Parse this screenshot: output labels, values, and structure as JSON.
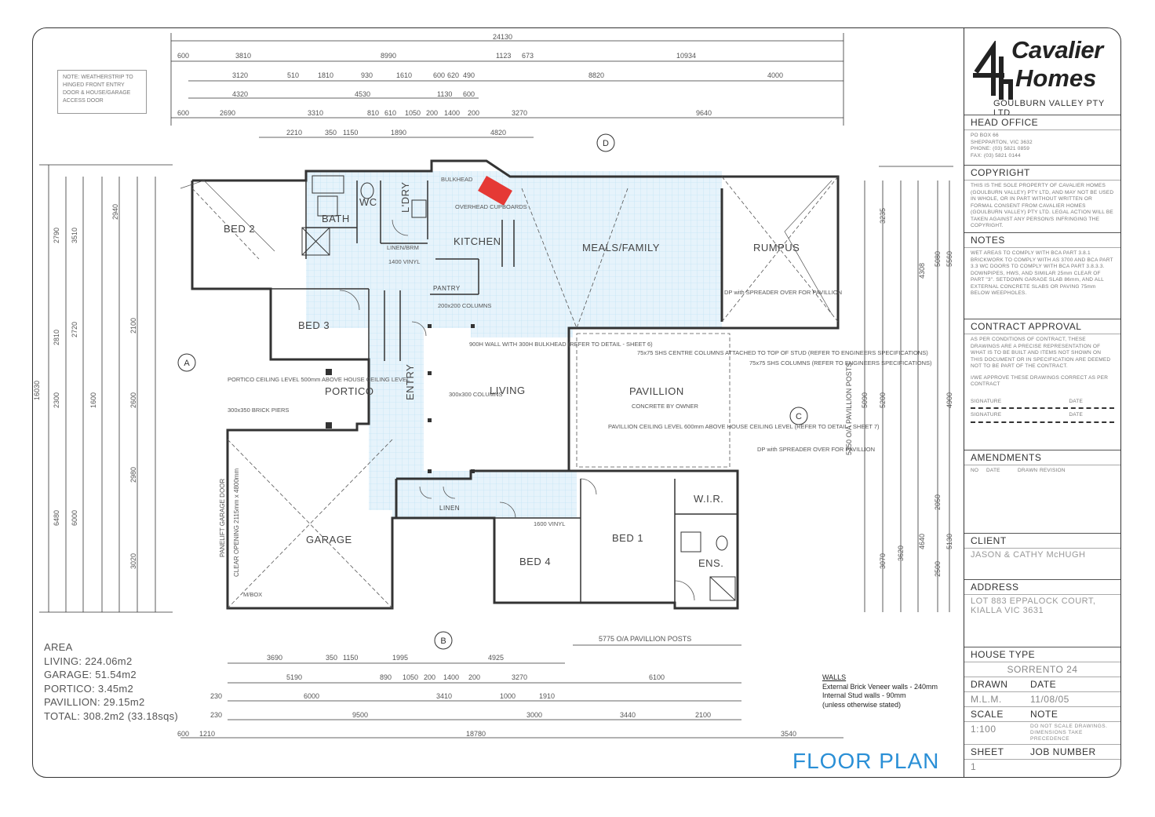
{
  "title_block": {
    "logo_line1": "Cavalier",
    "logo_line2": "Homes",
    "logo_sub": "GOULBURN VALLEY PTY LTD",
    "head_office_label": "HEAD OFFICE",
    "head_office_lines": [
      "PO BOX 66",
      "SHEPPARTON, VIC 3632",
      "PHONE: (03) 5821 0859",
      "FAX: (03) 5821 0144"
    ],
    "copyright_label": "COPYRIGHT",
    "copyright_text": "THIS IS THE SOLE PROPERTY OF CAVALIER HOMES (GOULBURN VALLEY) PTY LTD, AND MAY NOT BE USED IN WHOLE, OR IN PART WITHOUT WRITTEN OR FORMAL CONSENT FROM CAVALIER HOMES (GOULBURN VALLEY) PTY LTD. LEGAL ACTION WILL BE TAKEN AGAINST ANY PERSON/S INFRINGING THE COPYRIGHT.",
    "notes_label": "NOTES",
    "notes_text": "WET AREAS TO COMPLY WITH BCA PART 3.8.1 BRICKWORK TO COMPLY WITH AS 3700 AND BCA PART 3.3 WC DOORS TO COMPLY WITH BCA PART 3.8.3.3. DOWNPIPES, HWS, AND SIMILAR 25mm CLEAR OF PART \"3\". SETDOWN GARAGE SLAB 86mm, AND ALL EXTERNAL CONCRETE SLABS OR PAVING 75mm BELOW WEEPHOLES.",
    "contract_label": "CONTRACT APPROVAL",
    "contract_text": "AS PER CONDITIONS OF CONTRACT, THESE DRAWINGS ARE A PRECISE REPRESENTATION OF WHAT IS TO BE BUILT AND ITEMS NOT SHOWN ON THIS DOCUMENT OR IN SPECIFICATION ARE DEEMED NOT TO BE PART OF THE CONTRACT.",
    "contract_text2": "I/WE APPROVE THESE DRAWINGS CORRECT AS PER CONTRACT",
    "signature_label": "SIGNATURE",
    "date_label": "DATE",
    "amendments_label": "AMENDMENTS",
    "amend_cols": [
      "NO",
      "DATE",
      "DRAWN",
      "REVISION"
    ],
    "client_label": "CLIENT",
    "client_value": "JASON & CATHY McHUGH",
    "address_label": "ADDRESS",
    "address_value": "LOT 883 EPPALOCK COURT,",
    "address_value2": "KIALLA VIC 3631",
    "house_type_label": "HOUSE TYPE",
    "house_type_value": "SORRENTO 24",
    "drawn_label": "DRAWN",
    "drawn_value": "M.L.M.",
    "date_value_label": "DATE",
    "date_value": "11/08/05",
    "scale_label": "SCALE",
    "scale_value": "1:100",
    "note_label": "NOTE",
    "note_value": "DO NOT SCALE DRAWINGS. DIMENSIONS TAKE PRECEDENCE",
    "sheet_label": "SHEET",
    "sheet_value": "1",
    "job_label": "JOB NUMBER"
  },
  "weatherstrip_note": "NOTE: WEATHERSTRIP TO HINGED FRONT ENTRY DOOR & HOUSE/GARAGE ACCESS DOOR",
  "area": {
    "heading": "AREA",
    "lines": [
      "LIVING:  224.06m2",
      "GARAGE:  51.54m2",
      "PORTICO:  3.45m2",
      "PAVILLION:  29.15m2",
      "TOTAL:  308.2m2 (33.18sqs)"
    ]
  },
  "walls_note": {
    "heading": "WALLS",
    "lines": [
      "External Brick Veneer walls - 240mm",
      "Internal Stud walls - 90mm",
      "(unless otherwise stated)"
    ]
  },
  "plan_title": "FLOOR PLAN",
  "rooms": {
    "bed2": "BED 2",
    "bath": "BATH",
    "wc": "WC",
    "ldry": "L'DRY",
    "kitchen": "KITCHEN",
    "meals": "MEALS/FAMILY",
    "rumpus": "RUMPUS",
    "bed3": "BED 3",
    "portico": "PORTICO",
    "entry": "ENTRY",
    "living": "LIVING",
    "pavillion": "PAVILLION",
    "garage": "GARAGE",
    "bed4": "BED 4",
    "bed1": "BED 1",
    "wir": "W.I.R.",
    "ens": "ENS.",
    "pantry": "PANTRY",
    "linen": "LINEN"
  },
  "annotations": {
    "pavillion_cols": "75x75 SHS CENTRE COLUMNS ATTACHED TO TOP OF STUD (REFER TO ENGINEERS SPECIFICATIONS)",
    "shs_cols": "75x75 SHS COLUMNS (REFER TO ENGINEERS SPECIFICATIONS)",
    "pav_concrete": "CONCRETE BY OWNER",
    "pav_ceiling": "PAVILLION CEILING LEVEL 600mm ABOVE HOUSE CEILING LEVEL (REFER TO DETAIL - SHEET 7)",
    "portico_ceiling": "PORTICO CEILING LEVEL 500mm ABOVE HOUSE CEILING LEVEL",
    "brick_piers": "300x350 BRICK PIERS",
    "cols_200": "200x200 COLUMNS",
    "wall_900": "900H WALL WITH 300H BULKHEAD (REFER TO DETAIL - SHEET 6)",
    "cols_300": "300x300 COLUMNS",
    "spreader1": "DP with SPREADER OVER FOR PAVILLION",
    "spreader2": "DP with SPREADER OVER FOR PAVILLION",
    "garage_door": "PANELIFT GARAGE DOOR",
    "clear_opening": "CLEAR OPENING 2115mm x 4800mm",
    "bulkhead": "BULKHEAD",
    "overhead": "OVERHEAD CUPBOARDS",
    "linen_brm": "LINEN/BRM",
    "pavillion_posts_bottom": "5775 O/A PAVILLION POSTS",
    "pavillion_posts_side": "5350 O/A PAVILLION POSTS",
    "vinyl_1400": "1400 VINYL",
    "vinyl_1600": "1600 VINYL",
    "mbox": "M/BOX"
  },
  "dimensions": {
    "top_overall": "24130",
    "top_row1": [
      "600",
      "3810",
      "8990",
      "1123",
      "673",
      "10934"
    ],
    "top_row2": [
      "3120",
      "510",
      "1810",
      "930",
      "1610",
      "600",
      "620",
      "490",
      "8820",
      "4000"
    ],
    "top_row3": [
      "4320",
      "4530",
      "1130",
      "600"
    ],
    "top_row4": [
      "600",
      "2690",
      "3310",
      "810",
      "610",
      "1050",
      "200",
      "1400",
      "200",
      "3270",
      "9640"
    ],
    "top_row5": [
      "2210",
      "350",
      "1150",
      "1890",
      "4820"
    ],
    "bottom_row1": [
      "3690",
      "350",
      "1150",
      "1995",
      "4925"
    ],
    "bottom_row2": [
      "5190",
      "890",
      "1050",
      "200",
      "1400",
      "200",
      "3270",
      "6100"
    ],
    "bottom_row3": [
      "230",
      "6000",
      "3410",
      "1000",
      "1910"
    ],
    "bottom_row4": [
      "230",
      "9500",
      "3000",
      "3440",
      "2100"
    ],
    "bottom_row5": [
      "600",
      "1210",
      "18780",
      "3540"
    ],
    "left_overall": "16030",
    "left_col1": [
      "2790",
      "2810",
      "2300",
      "6480"
    ],
    "left_col2": [
      "3510",
      "2720",
      "1600",
      "6000"
    ],
    "left_col3": [
      "2940",
      "2100",
      "2600",
      "2980",
      "3020"
    ],
    "right_col1": [
      "3235",
      "5090",
      "3070"
    ],
    "right_col2": [
      "4308",
      "5200",
      "3620"
    ],
    "right_col3": [
      "5080",
      "4900",
      "2050",
      "4640"
    ],
    "right_col4": [
      "5560",
      "5130",
      "2500"
    ]
  },
  "markers": [
    "A",
    "B",
    "C",
    "D"
  ]
}
